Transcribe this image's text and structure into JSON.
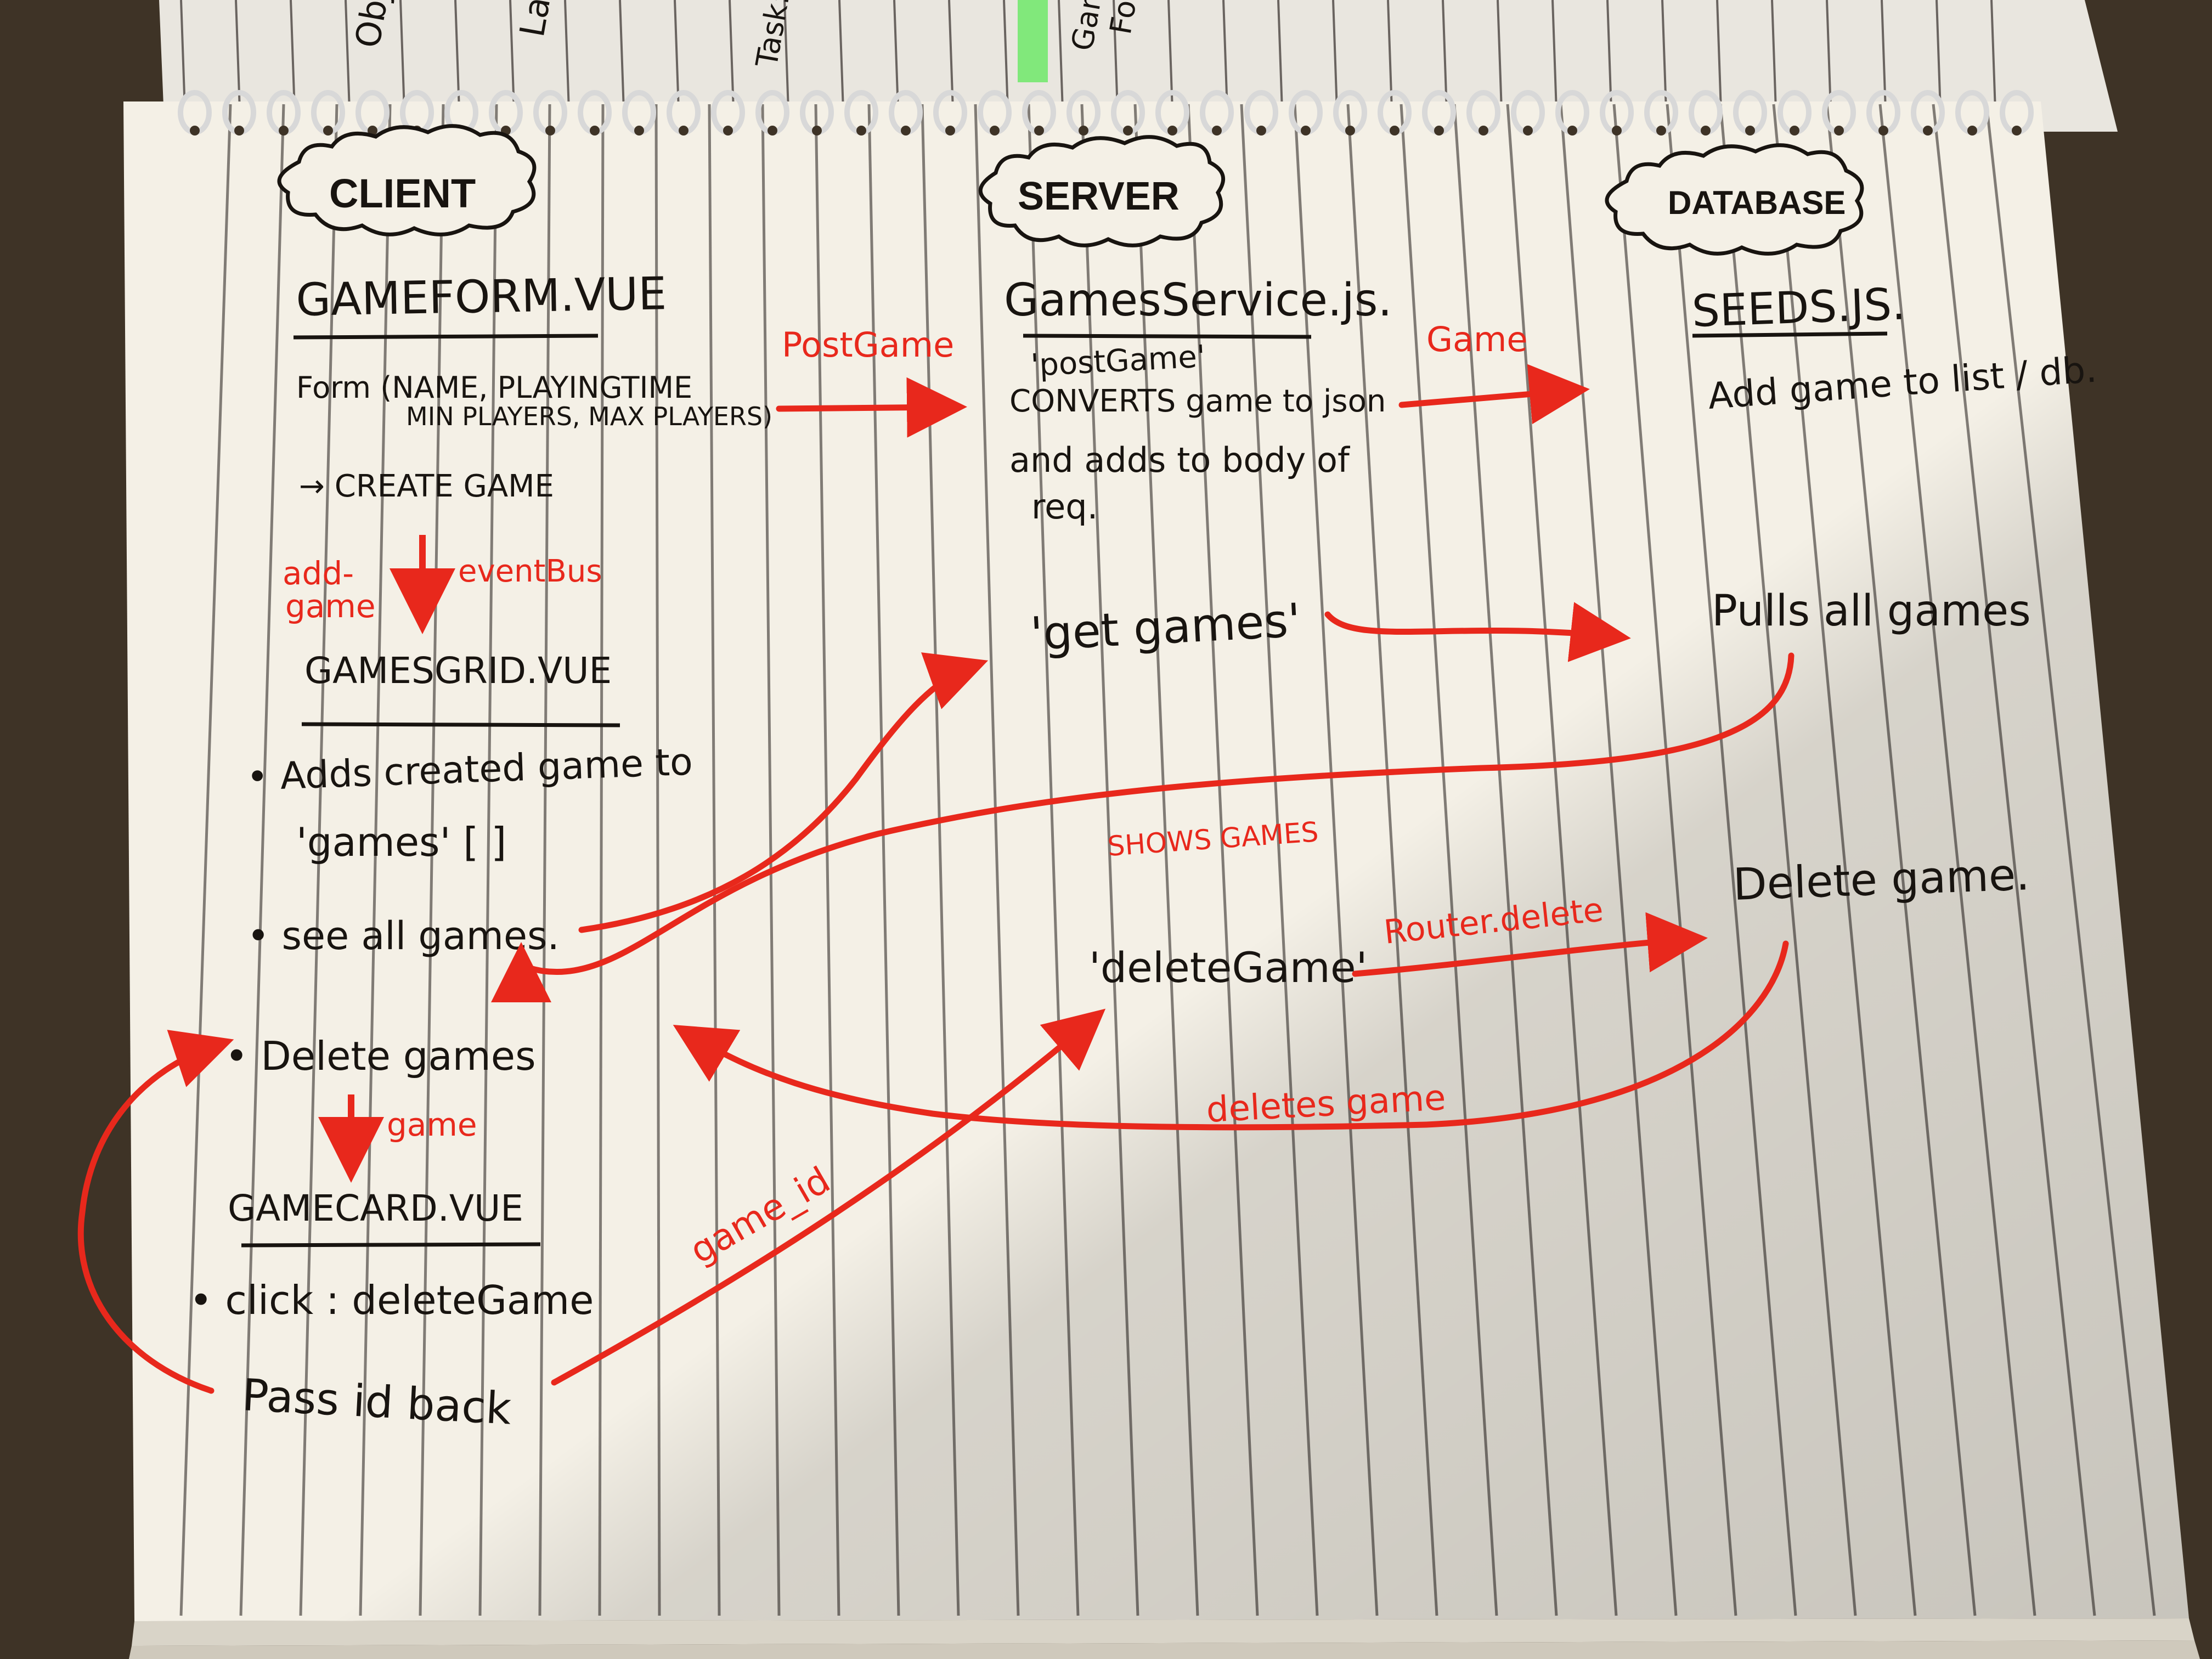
{
  "colors": {
    "ink": "#181410",
    "red_ink": "#e8281c",
    "paper": "#f4f0e6",
    "rule": "#5a5450",
    "desk": "#3e3326"
  },
  "top_page": {
    "fragments": [
      "Obj",
      "Lau",
      "Task:",
      "Gam",
      "Forn"
    ]
  },
  "columns": {
    "client": "CLIENT",
    "server": "SERVER",
    "database": "DATABASE"
  },
  "client": {
    "gameform_title": "GAMEFORM.VUE",
    "form_line1": "Form (NAME, PLAYINGTIME",
    "form_line2": "MIN PLAYERS, MAX PLAYERS)",
    "create_game": "→ CREATE GAME",
    "add_game_1": "add-",
    "add_game_2": "game",
    "event_bus": "eventBus",
    "gamesgrid_title": "GAMESGRID.VUE",
    "bullet_adds_1": "• Adds created game to",
    "bullet_adds_2": "'games' [ ]",
    "bullet_see": "• see all games.",
    "bullet_delete": "• Delete games",
    "game_label": "game",
    "gamecard_title": "GAMECARD.VUE",
    "bullet_click": "• click : deleteGame",
    "pass_id": "Pass id back"
  },
  "server": {
    "service_title": "GamesService.js.",
    "post_game": "'postGame'",
    "post_desc_1": "CONVERTS game to json",
    "post_desc_2": "and adds to body of",
    "post_desc_3": "req.",
    "get_games": "'get games'",
    "delete_game": "'deleteGame'"
  },
  "database": {
    "seeds_title": "SEEDS.JS.",
    "add_game": "Add game to list / db.",
    "pulls_all": "Pulls all games",
    "delete_game": "Delete game."
  },
  "arrow_labels": {
    "post_game": "PostGame",
    "game": "Game",
    "shows_games": "SHOWS GAMES",
    "router_delete": "Router.delete",
    "deletes_game": "deletes game",
    "game_id": "game_id"
  }
}
